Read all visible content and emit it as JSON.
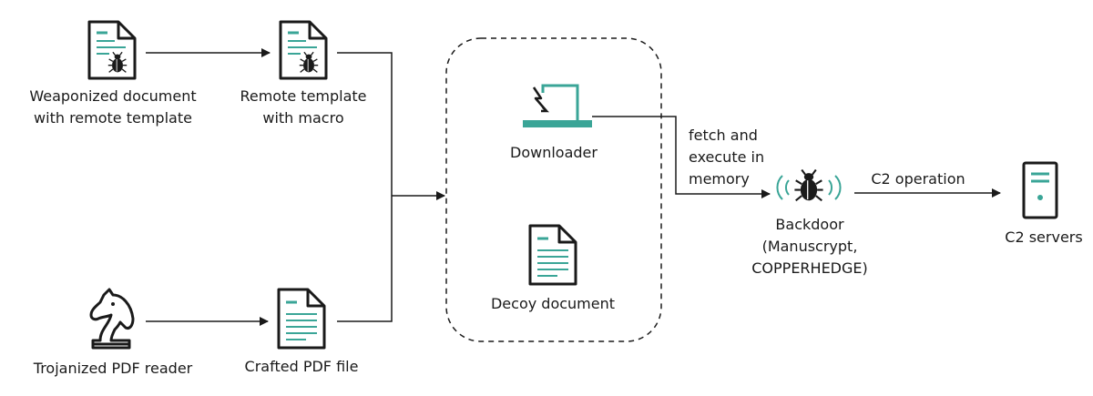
{
  "nodes": {
    "weaponized_doc": {
      "label": "Weaponized document\nwith remote template"
    },
    "remote_template": {
      "label": "Remote template\nwith macro"
    },
    "trojanized_reader": {
      "label": "Trojanized PDF reader"
    },
    "crafted_pdf": {
      "label": "Crafted PDF file"
    },
    "downloader": {
      "label": "Downloader"
    },
    "decoy_doc": {
      "label": "Decoy document"
    },
    "backdoor": {
      "label": "Backdoor\n(Manuscrypt,\nCOPPERHEDGE)"
    },
    "c2_servers": {
      "label": "C2 servers"
    }
  },
  "edges": {
    "fetch_execute": {
      "label": "fetch and\nexecute in\nmemory"
    },
    "c2_operation": {
      "label": "C2 operation"
    }
  },
  "colors": {
    "accent": "#3aa597",
    "stroke": "#1a1a1a"
  },
  "icons": {
    "weaponized_doc": "malicious-document-icon",
    "remote_template": "malicious-document-icon",
    "trojanized_reader": "chess-knight-icon",
    "crafted_pdf": "document-icon",
    "downloader": "laptop-download-icon",
    "decoy_doc": "document-icon",
    "backdoor": "bug-broadcast-icon",
    "c2_servers": "server-icon"
  }
}
